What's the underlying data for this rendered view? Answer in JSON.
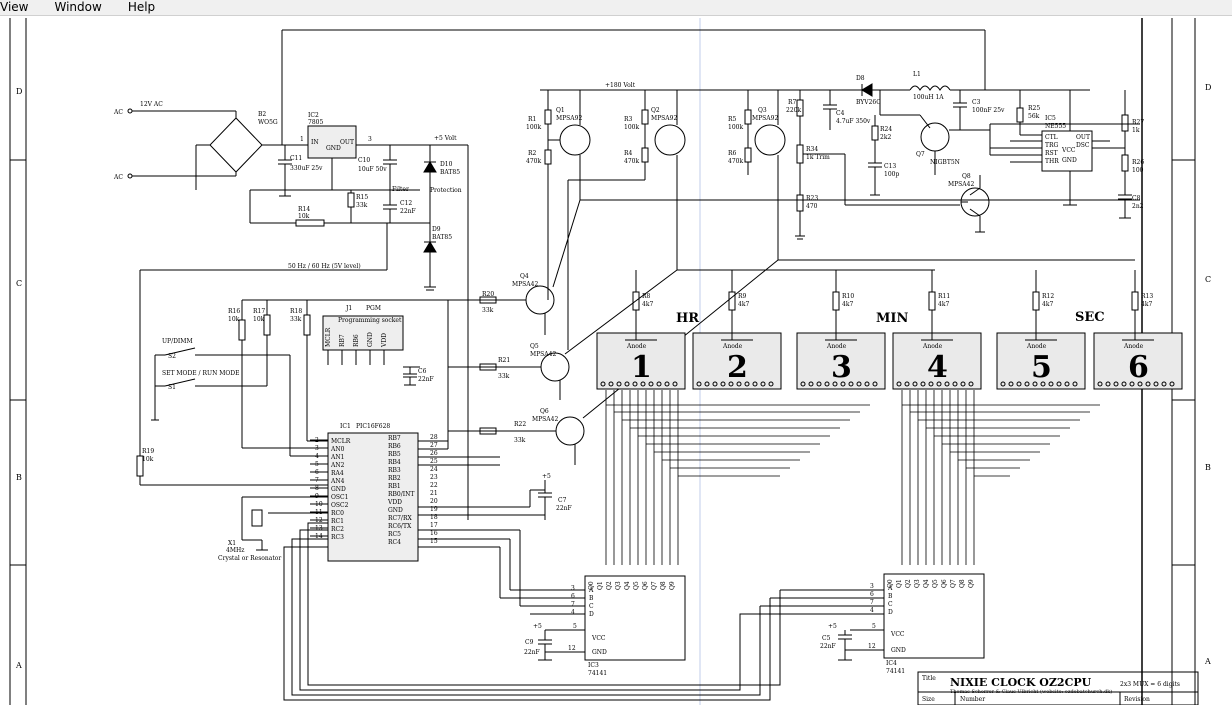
{
  "menu": {
    "view": "View",
    "window": "Window",
    "help": "Help"
  },
  "border": {
    "rows_left": [
      "D",
      "C",
      "B",
      "A"
    ],
    "rows_right": [
      "D",
      "C",
      "B",
      "A"
    ]
  },
  "title_block": {
    "title": "NIXIE CLOCK OZ2CPU",
    "subtitle": "2x3 MUX = 6 digits",
    "authors": "Thomas Scherrer & Claus Ulbricht (website: ozdebatchurch.dk)",
    "size_label": "Size",
    "number_label": "Number",
    "revision_label": "Revision",
    "title_label": "Title"
  },
  "power": {
    "ac1": "AC",
    "ac2": "AC",
    "ac_label": "12V AC",
    "b2": "B2",
    "b2v": "WO5G",
    "ic2": "IC2",
    "ic2v": "7805",
    "ic2_in": "IN",
    "ic2_gnd": "GND",
    "ic2_out": "OUT",
    "pin1": "1",
    "pin3": "3",
    "c11": "C11",
    "c11v": "330uF 25v",
    "c10": "C10",
    "c10v": "10uF 50v",
    "c12": "C12",
    "c12v": "22nF",
    "filter": "Filter",
    "r15": "R15",
    "r15v": "33k",
    "r14": "R14",
    "r14v": "10k",
    "vcc": "+5 Volt",
    "d10": "D10",
    "d10v": "BAT85",
    "protection": "Protection",
    "d9": "D9",
    "d9v": "BAT85",
    "freq": "50 Hz / 60 Hz (5V level)"
  },
  "hv": {
    "rail": "+180 Volt",
    "d8": "D8",
    "d8v": "BYV26C",
    "l1": "L1",
    "l1v": "100uH 1A",
    "c3": "C3",
    "c3v": "100nF 25v",
    "c4": "C4",
    "c4v": "4.7uF 350v",
    "r7": "R7",
    "r7v": "220k",
    "r24": "R24",
    "r24v": "2k2",
    "q7": "Q7",
    "q7v": "NIGBT5N",
    "c13": "C13",
    "c13v": "100p",
    "r34": "R34",
    "r34v": "1k Trim",
    "r23": "R23",
    "r23v": "470",
    "r25": "R25",
    "r25v": "56k",
    "ic5": "IC5",
    "ic5v": "NE555",
    "p_ctl": "CTL",
    "p_trg": "TRG",
    "p_rst": "RST",
    "p_thr": "THR",
    "p_out": "OUT",
    "p_dsc": "DSC",
    "p_gnd": "GND",
    "p_vcc": "VCC",
    "r27": "R27",
    "r27v": "1k",
    "r26": "R26",
    "r26v": "100",
    "c8": "C8",
    "c8v": "2n2",
    "q8": "Q8",
    "q8v": "MPSA42"
  },
  "drivers": {
    "q1": "Q1",
    "q1v": "MPSA92",
    "q2": "Q2",
    "q2v": "MPSA92",
    "q3": "Q3",
    "q3v": "MPSA92",
    "r1": "R1",
    "r1v": "100k",
    "r2": "R2",
    "r2v": "470k",
    "r3": "R3",
    "r3v": "100k",
    "r4": "R4",
    "r4v": "470k",
    "r5": "R5",
    "r5v": "100k",
    "r6": "R6",
    "r6v": "470k",
    "q4": "Q4",
    "q4v": "MPSA42",
    "q5": "Q5",
    "q5v": "MPSA42",
    "q6": "Q6",
    "q6v": "MPSA42",
    "r20": "R20",
    "r20v": "33k",
    "r21": "R21",
    "r21v": "33k",
    "r22": "R22",
    "r22v": "33k"
  },
  "mcu": {
    "ic1": "IC1",
    "ic1v": "PIC16F628",
    "left_pins": [
      {
        "n": "2",
        "l": "MCLR"
      },
      {
        "n": "3",
        "l": "AN0"
      },
      {
        "n": "4",
        "l": "AN1"
      },
      {
        "n": "5",
        "l": "AN2"
      },
      {
        "n": "6",
        "l": "RA4"
      },
      {
        "n": "7",
        "l": "AN4"
      },
      {
        "n": "8",
        "l": "GND"
      },
      {
        "n": "9",
        "l": "OSC1"
      },
      {
        "n": "10",
        "l": "OSC2"
      },
      {
        "n": "11",
        "l": "RC0"
      },
      {
        "n": "12",
        "l": "RC1"
      },
      {
        "n": "13",
        "l": "RC2"
      },
      {
        "n": "14",
        "l": "RC3"
      }
    ],
    "right_pins": [
      {
        "n": "28",
        "l": "RB7"
      },
      {
        "n": "27",
        "l": "RB6"
      },
      {
        "n": "26",
        "l": "RB5"
      },
      {
        "n": "25",
        "l": "RB4"
      },
      {
        "n": "24",
        "l": "RB3"
      },
      {
        "n": "23",
        "l": "RB2"
      },
      {
        "n": "22",
        "l": "RB1"
      },
      {
        "n": "21",
        "l": "RB0/INT"
      },
      {
        "n": "20",
        "l": "VDD"
      },
      {
        "n": "19",
        "l": "GND"
      },
      {
        "n": "18",
        "l": "RC7/RX"
      },
      {
        "n": "17",
        "l": "RC6/TX"
      },
      {
        "n": "16",
        "l": "RC5"
      },
      {
        "n": "15",
        "l": "RC4"
      }
    ],
    "j1": "J1",
    "j1v": "PGM",
    "j1t": "Programming socket",
    "j1_pins": [
      "MCLR",
      "RB7",
      "RB6",
      "GND",
      "VDD"
    ],
    "c6": "C6",
    "c6v": "22nF",
    "r16": "R16",
    "r16v": "10k",
    "r17": "R17",
    "r17v": "10k",
    "r18": "R18",
    "r18v": "33k",
    "r19": "R19",
    "r19v": "10k",
    "s2": "S2",
    "s2t": "UP/DIMM",
    "s1": "S1",
    "s1t": "SET MODE / RUN MODE",
    "x1": "X1",
    "x1v": "4MHz",
    "x1t": "Crystal or Resonator",
    "c7": "C7",
    "c7v": "22nF",
    "plus5": "+5"
  },
  "display": {
    "hr": "HR",
    "min": "MIN",
    "sec": "SEC",
    "anode": "Anode",
    "digits": [
      "1",
      "2",
      "3",
      "4",
      "5",
      "6"
    ],
    "resistors": [
      {
        "r": "R8",
        "v": "4k7"
      },
      {
        "r": "R9",
        "v": "4k7"
      },
      {
        "r": "R10",
        "v": "4k7"
      },
      {
        "r": "R11",
        "v": "4k7"
      },
      {
        "r": "R12",
        "v": "4k7"
      },
      {
        "r": "R13",
        "v": "4k7"
      }
    ]
  },
  "decoders": {
    "ic3": "IC3",
    "ic3v": "74141",
    "ic4": "IC4",
    "ic4v": "74141",
    "inputs": [
      "A",
      "B",
      "C",
      "D"
    ],
    "in_pins": [
      "3",
      "6",
      "7",
      "4"
    ],
    "outputs": [
      "Q0",
      "Q1",
      "Q2",
      "Q3",
      "Q4",
      "Q5",
      "Q6",
      "Q7",
      "Q8",
      "Q9"
    ],
    "vcc": "VCC",
    "gnd": "GND",
    "c9": "C9",
    "c9v": "22nF",
    "c5": "C5",
    "c5v": "22nF",
    "plus5": "+5",
    "pin5": "5",
    "pin12": "12"
  }
}
